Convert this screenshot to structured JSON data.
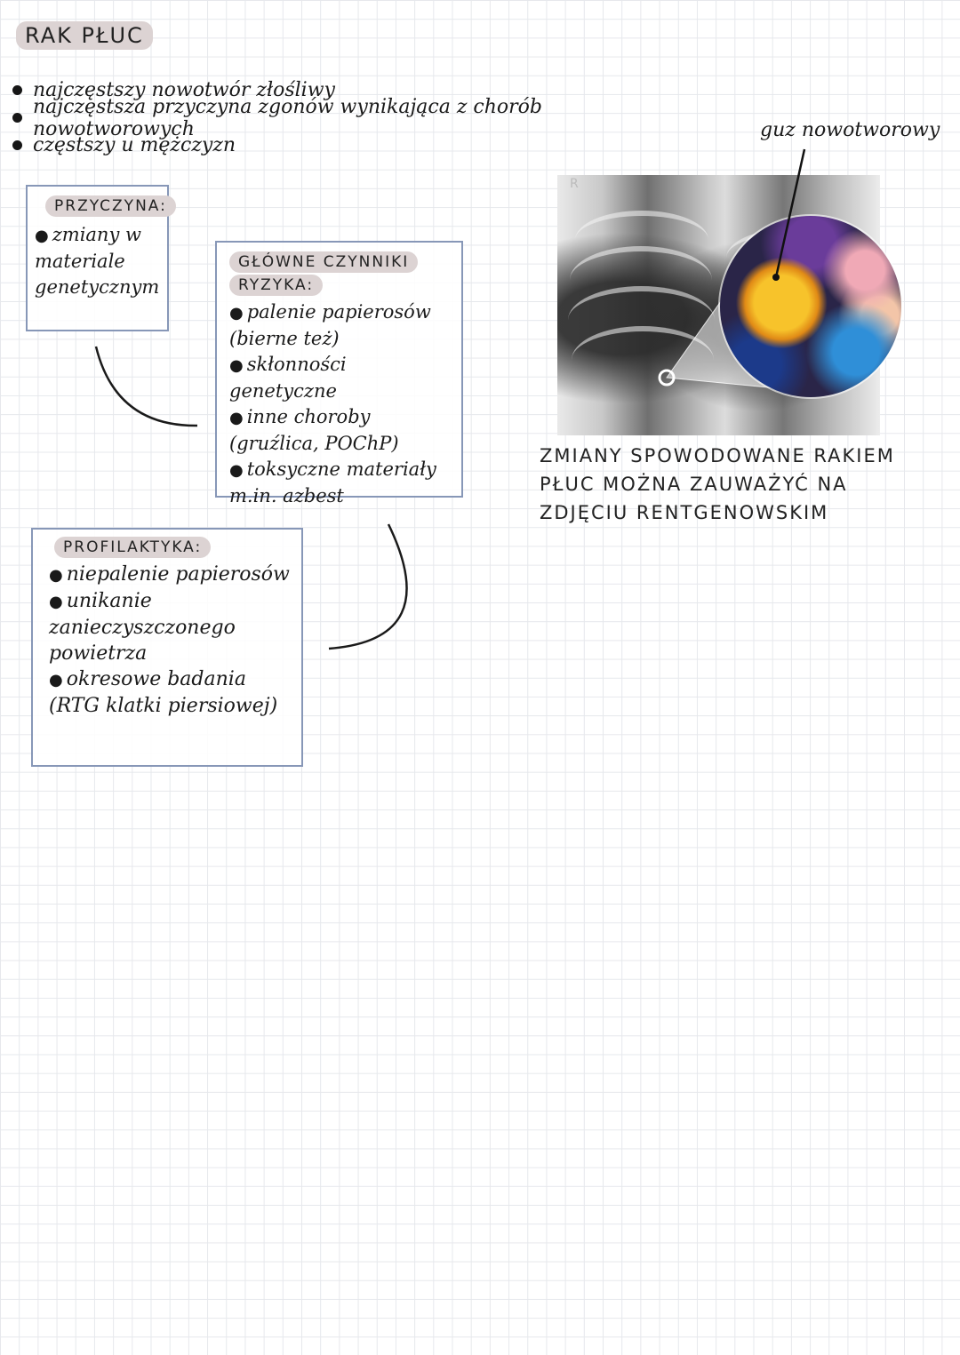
{
  "title": "RAK PŁUC",
  "bullets": [
    "najczęstszy nowotwór złośliwy",
    "najczęstsza przyczyna zgonów wynikająca z chorób nowotworowych",
    "częstszy u mężczyzn"
  ],
  "cause_box": {
    "heading": "PRZYCZYNA:",
    "items": [
      "zmiany w materiale genetycznym"
    ]
  },
  "risk_box": {
    "heading_line1": "GŁÓWNE CZYNNIKI",
    "heading_line2": "RYZYKA:",
    "items": [
      "palenie papierosów (bierne też)",
      "skłonności genetyczne",
      "inne choroby (gruźlica, POChP)",
      "toksyczne materiały m.in. azbest"
    ]
  },
  "prevention_box": {
    "heading": "PROFILAKTYKA:",
    "items": [
      "niepalenie papierosów",
      "unikanie zanieczyszczonego powietrza",
      "okresowe badania (RTG klatki piersiowej)"
    ]
  },
  "image": {
    "tumor_label": "guz nowotworowy",
    "xray_marker": "R"
  },
  "caption": "ZMIANY SPOWODOWANE RAKIEM PŁUC MOŻNA ZAUWAŻYĆ NA ZDJĘCIU RENTGENOWSKIM"
}
